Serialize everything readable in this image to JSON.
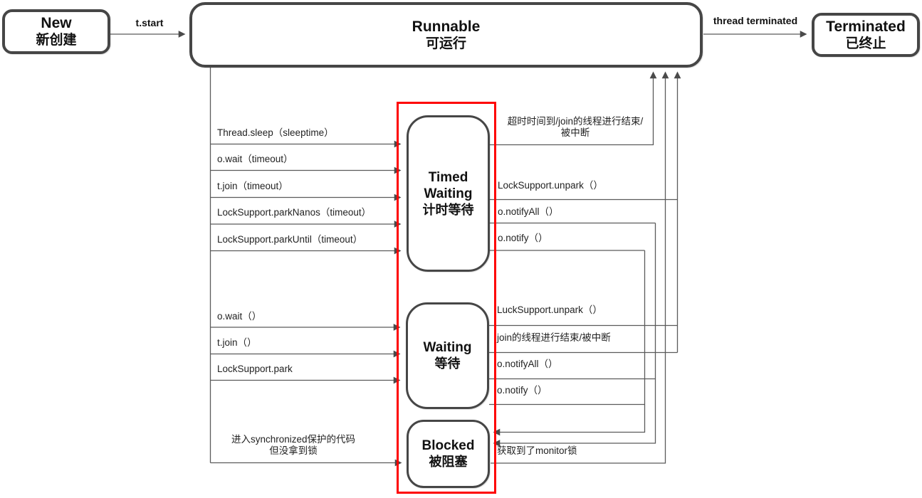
{
  "states": {
    "new": {
      "en": "New",
      "zh": "新创建"
    },
    "runnable": {
      "en": "Runnable",
      "zh": "可运行"
    },
    "terminated": {
      "en": "Terminated",
      "zh": "已终止"
    },
    "timed_waiting": {
      "en": "Timed Waiting",
      "zh": "计时等待"
    },
    "waiting": {
      "en": "Waiting",
      "zh": "等待"
    },
    "blocked": {
      "en": "Blocked",
      "zh": "被阻塞"
    }
  },
  "edges": {
    "t_start": "t.start",
    "thread_terminated": "thread terminated",
    "runnable_to_timed": [
      "Thread.sleep（sleeptime）",
      "o.wait（timeout）",
      "t.join（timeout）",
      "LockSupport.parkNanos（timeout）",
      "LockSupport.parkUntil（timeout）"
    ],
    "runnable_to_waiting": [
      "o.wait（）",
      "t.join（）",
      "LockSupport.park"
    ],
    "runnable_to_blocked": {
      "line1": "进入synchronized保护的代码",
      "line2": "但没拿到锁"
    },
    "timed_to_runnable_timeout": {
      "line1": "超时时间到/join的线程进行结束/",
      "line2": "被中断"
    },
    "timed_to_runnable_unpark": "LockSupport.unpark（）",
    "timed_notifyall": "o.notifyAll（）",
    "timed_notify": "o.notify（）",
    "waiting_unpark": "LuckSupport.unpark（）",
    "waiting_join_end": "join的线程进行结束/被中断",
    "waiting_notifyall": "o.notifyAll（）",
    "waiting_notify": "o.notify（）",
    "blocked_to_runnable": "获取到了monitor锁"
  },
  "colors": {
    "box_border": "#464646",
    "line": "#5b5b5b",
    "red_frame": "#fe0000",
    "text": "#1b1b1b"
  }
}
